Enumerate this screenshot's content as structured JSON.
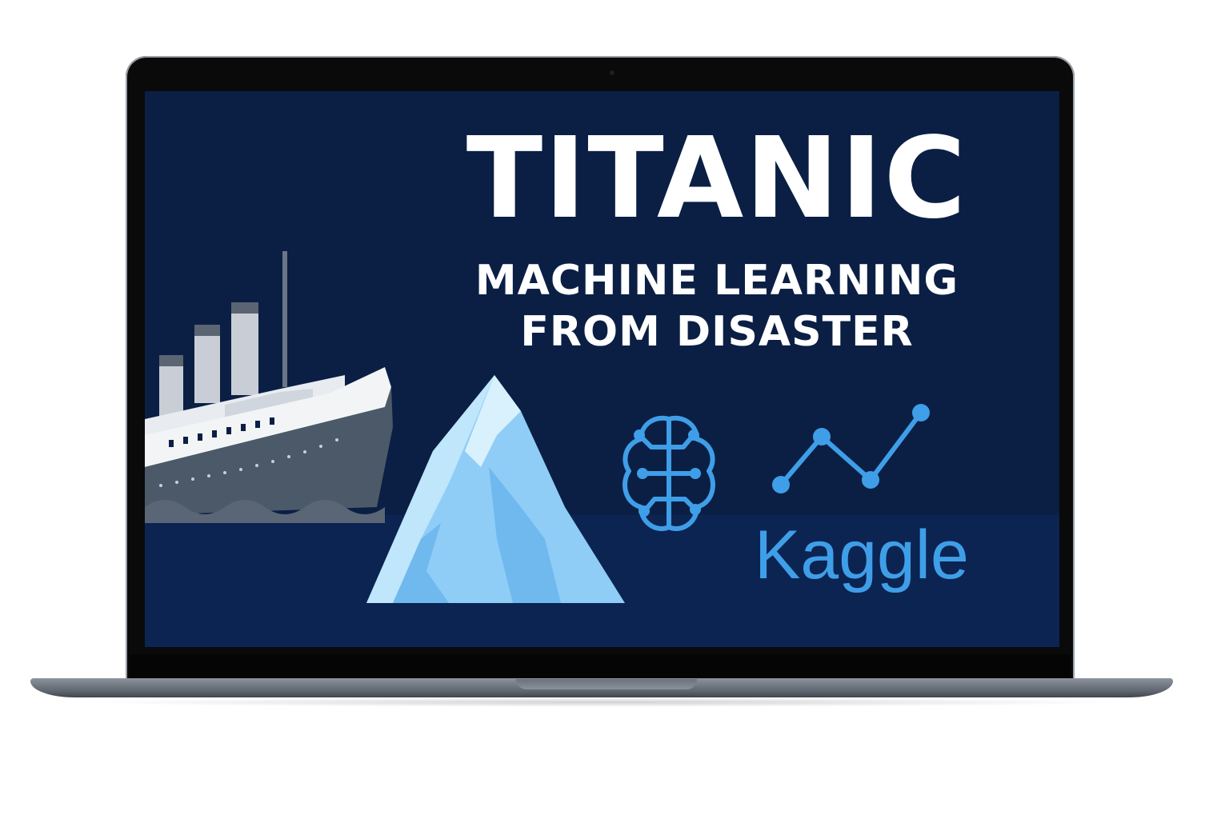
{
  "screen": {
    "title": "TITANIC",
    "subtitle_line1": "MACHINE LEARNING",
    "subtitle_line2": "FROM DISASTER",
    "brand": "Kaggle"
  },
  "icons": {
    "ship": "ship-illustration",
    "iceberg": "iceberg-illustration",
    "brain": "brain-circuit-icon",
    "chart": "line-chart-icon"
  },
  "colors": {
    "screen_background": "#0b1f45",
    "accent": "#3f9ee8",
    "text": "#ffffff"
  }
}
